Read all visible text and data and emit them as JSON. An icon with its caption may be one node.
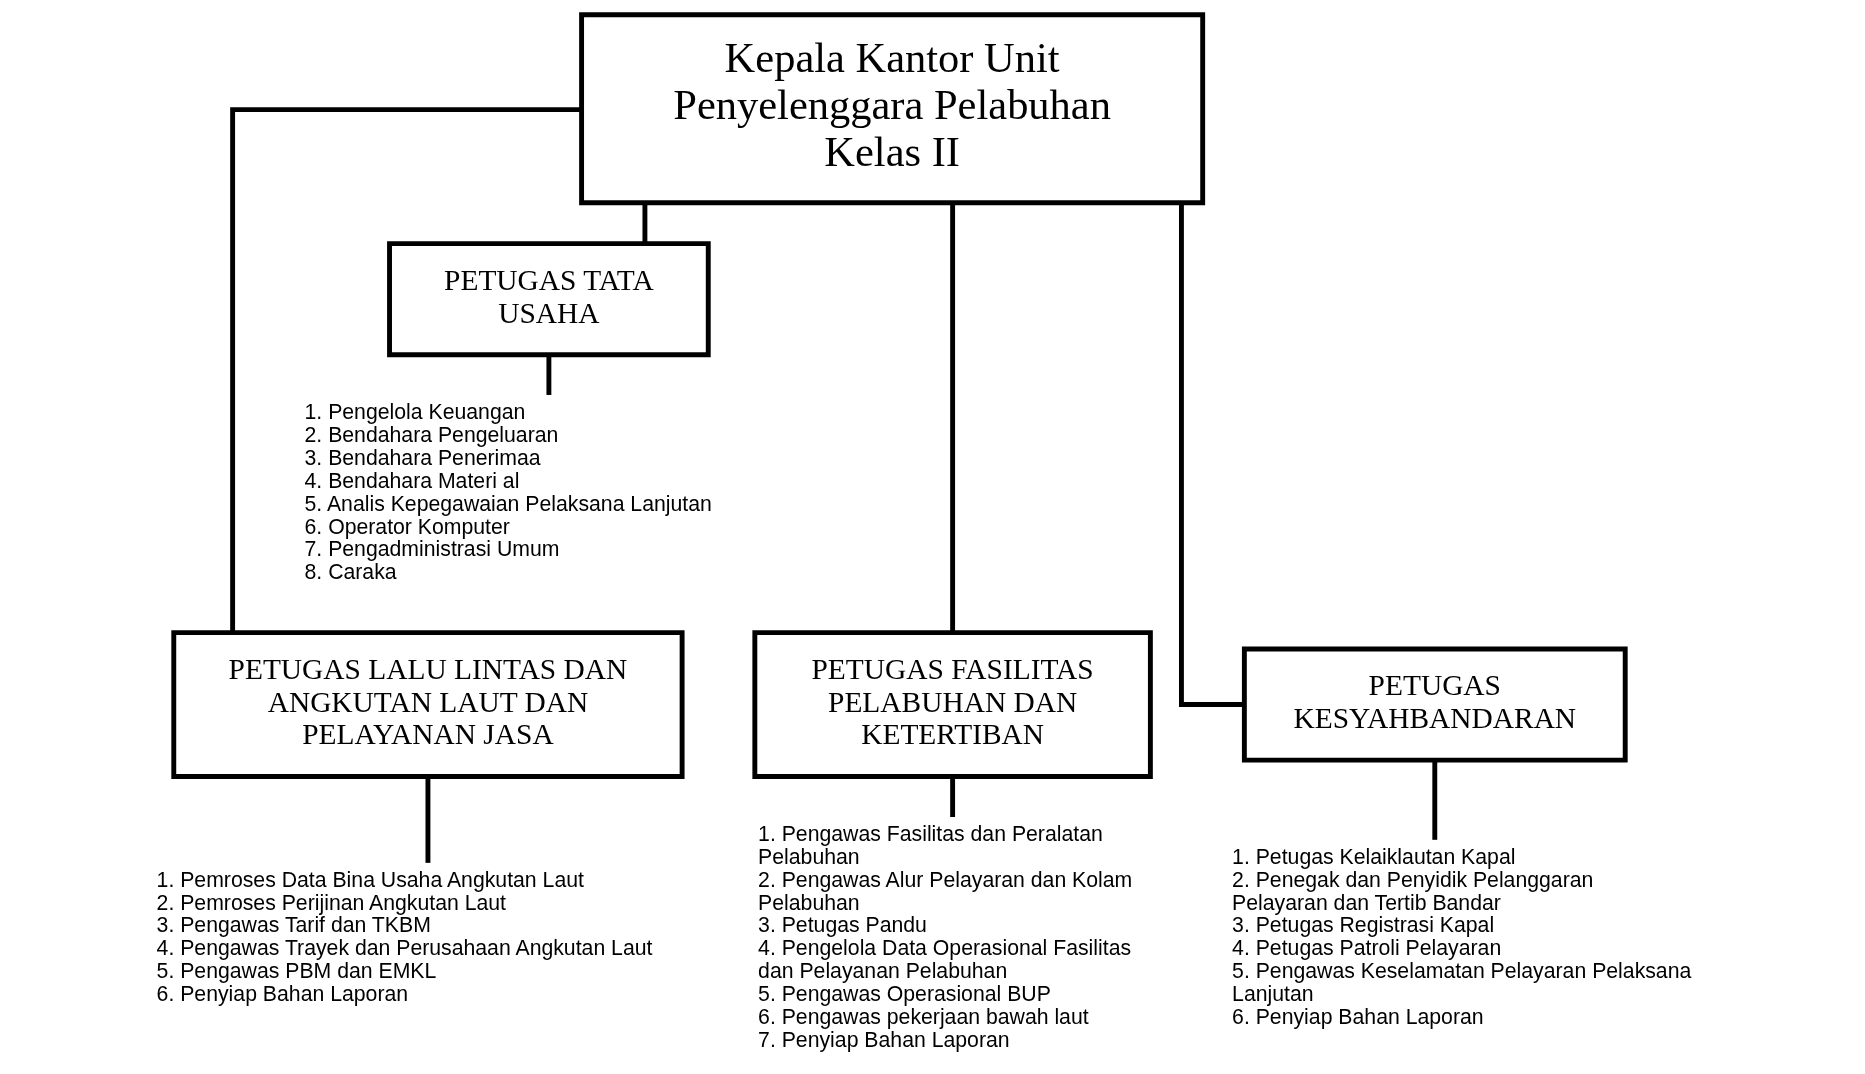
{
  "diagram": {
    "nodes": [
      {
        "text": [
          "Kepala Kantor Unit Penyelenggara Pelabuhan Kelas II"
        ]
      },
      {
        "text": [
          "PETUGAS TATA USAHA"
        ]
      },
      {
        "text": [
          "1. Pengelola Keuangan",
          "2. Bendahara Pengeluaran",
          "3. Bendahara Penerimaa",
          "4. Bendahara Materi al",
          "5. Analis Kepegawaian Pelaksana Lanjutan",
          "6. Operator Komputer",
          "7. Pengadministrasi Umum",
          "8. Caraka"
        ]
      },
      {
        "text": [
          "PETUGAS LALU LINTAS DAN ANGKUTAN LAUT DAN PELAYANAN JASA"
        ]
      },
      {
        "text": [
          "1. Pemroses Data Bina Usaha Angkutan Laut",
          "2. Pemroses Perijinan Angkutan Laut",
          "3. Pengawas Tarif dan TKBM",
          "4. Pengawas Trayek dan Perusahaan Angkutan Laut",
          "5. Pengawas PBM dan EMKL",
          "6. Penyiap Bahan Laporan"
        ]
      },
      {
        "text": [
          "PETUGAS FASILITAS PELABUHAN DAN KETERTIBAN"
        ]
      },
      {
        "text": [
          "1. Pengawas Fasilitas dan Peralatan Pelabuhan",
          "2. Pengawas Alur Pelayaran dan Kolam Pelabuhan",
          "3. Petugas Pandu",
          "4. Pengelola Data Operasional Fasilitas dan Pelayanan Pelabuhan",
          "5. Pengawas Operasional BUP",
          "6. Pengawas pekerjaan bawah laut",
          "7. Penyiap Bahan Laporan"
        ]
      },
      {
        "text": [
          "PETUGAS KESYAHBANDARAN"
        ]
      },
      {
        "text": [
          "1. Petugas Kelaiklautan Kapal",
          "2. Penegak dan Penyidik Pelanggaran Pelayaran dan Tertib Bandar",
          "3. Petugas Registrasi Kapal",
          "4. Petugas Patroli Pelayaran",
          "5. Pengawas Keselamatan Pelayaran Pelaksana Lanjutan",
          "6. Penyiap Bahan Laporan"
        ]
      }
    ],
    "edges": [
      {
        "from": 0,
        "to": 1,
        "arrow": "none"
      },
      {
        "from": 1,
        "to": 2,
        "arrow": "none"
      },
      {
        "from": 0,
        "to": 3,
        "arrow": "none"
      },
      {
        "from": 0,
        "to": 5,
        "arrow": "none"
      },
      {
        "from": 0,
        "to": 7,
        "arrow": "none"
      },
      {
        "from": 3,
        "to": 4,
        "arrow": "none"
      },
      {
        "from": 5,
        "to": 6,
        "arrow": "none"
      },
      {
        "from": 7,
        "to": 8,
        "arrow": "none"
      }
    ]
  }
}
